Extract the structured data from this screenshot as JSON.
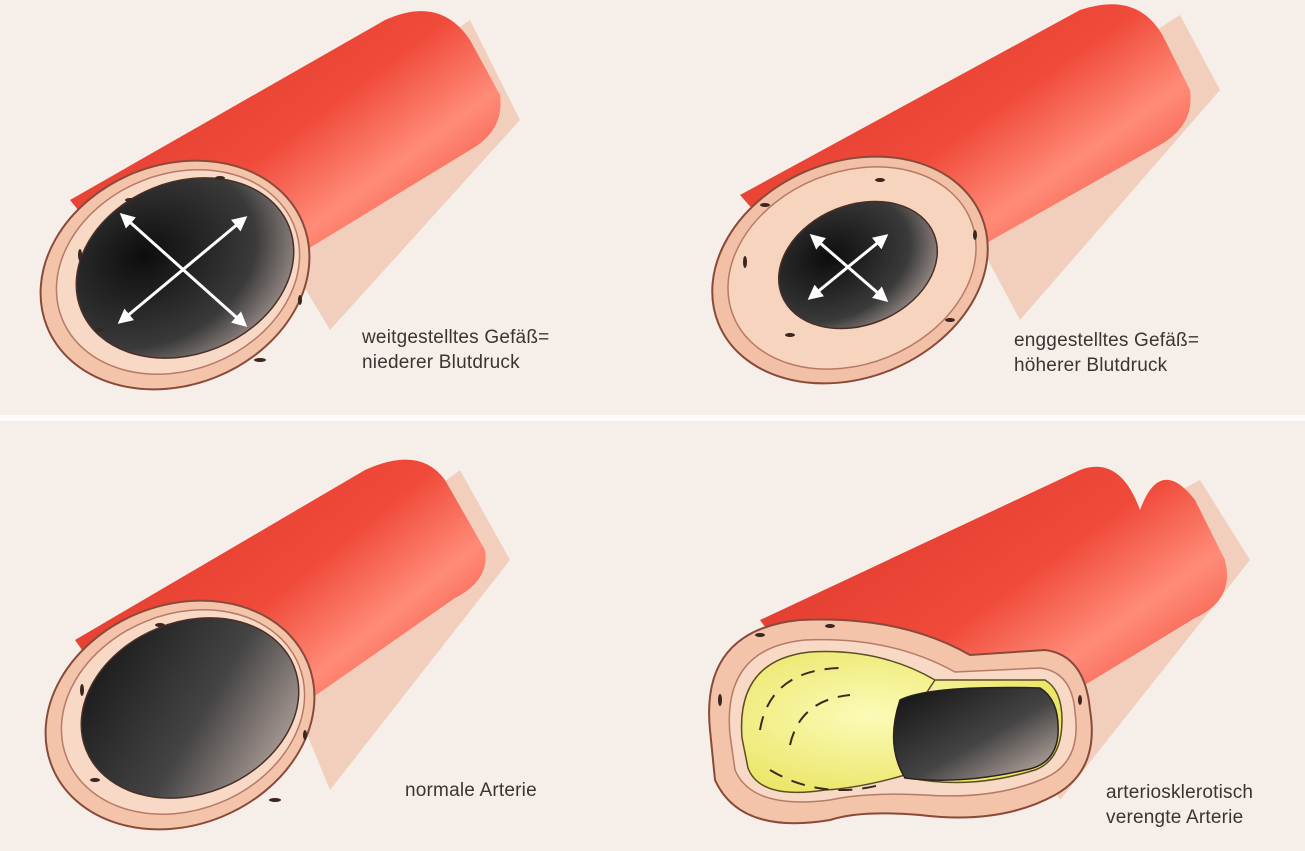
{
  "colors": {
    "background": "#f6efe9",
    "vessel_outer": "#e8473a",
    "vessel_highlight": "#ff8a74",
    "vessel_wall": "#f4c8b0",
    "lumen_dark": "#1b1b1b",
    "plaque": "#f2f08a",
    "arrow": "#ffffff",
    "text": "#3a3432"
  },
  "panels": {
    "wide": {
      "caption_line1": "weitgestelltes Gefäß=",
      "caption_line2": "niederer Blutdruck"
    },
    "narrow": {
      "caption_line1": "enggestelltes Gefäß=",
      "caption_line2": "höherer Blutdruck"
    },
    "normal": {
      "caption_line1": "normale Arterie"
    },
    "sclerotic": {
      "caption_line1": "arteriosklerotisch",
      "caption_line2": "verengte Arterie"
    }
  },
  "icons": [
    "double-arrow-icon"
  ]
}
